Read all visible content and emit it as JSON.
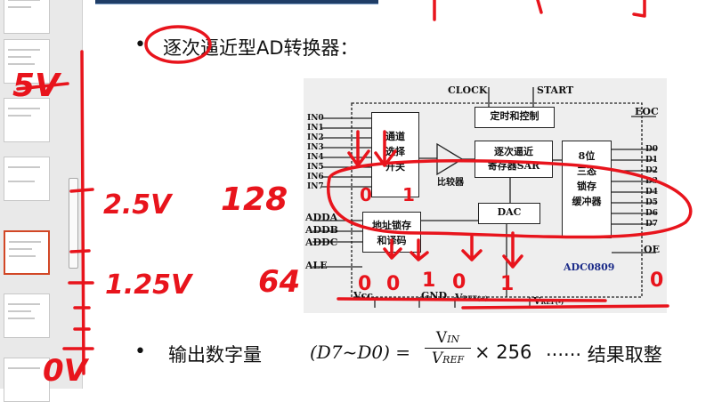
{
  "slide": {
    "bullet1": "逐次逼近型AD转换器：",
    "bullet2": "输出数字量",
    "formula_lhs": "(D7~D0) =",
    "formula_num": "V",
    "formula_num_sub": "IN",
    "formula_den": "V",
    "formula_den_sub": "REF",
    "formula_rhs": "× 256",
    "formula_tail": "······ 结果取整"
  },
  "diagram": {
    "clock": "CLOCK",
    "start": "START",
    "eoc": "EOC",
    "timing": "定时和控制",
    "channel_select": [
      "通道",
      "选择",
      "开关"
    ],
    "sar": [
      "逐次逼近",
      "寄存器SAR"
    ],
    "latch": [
      "8位",
      "三态",
      "锁存",
      "缓冲器"
    ],
    "comparator": "比较器",
    "dac": "DAC",
    "addr_latch": [
      "地址锁存",
      "和译码"
    ],
    "inputs": [
      "IN0",
      "IN1",
      "IN2",
      "IN3",
      "IN4",
      "IN5",
      "IN6",
      "IN7"
    ],
    "addr_pins": [
      "ADDA",
      "ADDB",
      "ADDC",
      "ALE"
    ],
    "outputs": [
      "D0",
      "D1",
      "D2",
      "D3",
      "D4",
      "D5",
      "D6",
      "D7"
    ],
    "oe": "OE",
    "model": "ADC0809",
    "vcc": "Vcc",
    "gnd": "GND",
    "vref_plus": "V",
    "vref_plus_sub": "REF(+)",
    "vref_minus": "V",
    "vref_minus_sub": "REF(-)"
  },
  "annotations": {
    "top": "5V",
    "mid": "2.5V",
    "mid_count": "128",
    "low": "1.25V",
    "low_count": "64",
    "bottom": "0V",
    "bits": [
      "0",
      "1",
      "0",
      "0",
      "1",
      "0",
      "1",
      "0"
    ],
    "ink_color": "#e8141c"
  }
}
